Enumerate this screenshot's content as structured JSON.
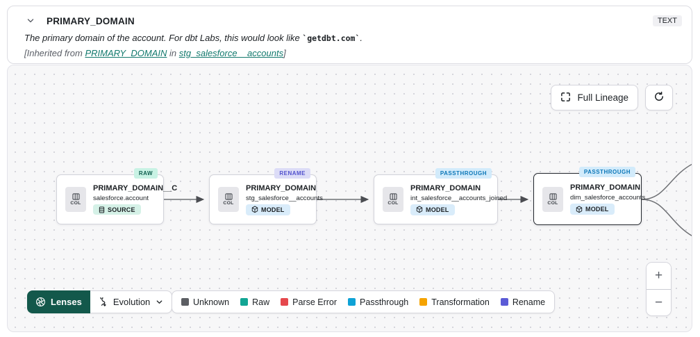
{
  "header": {
    "title": "PRIMARY_DOMAIN",
    "type_badge": "TEXT",
    "description_prefix": "The primary domain of the account. For dbt Labs, this would look like ",
    "description_code": "`getdbt.com`",
    "description_suffix": ".",
    "inherited_prefix": "[Inherited from ",
    "inherited_link_column": "PRIMARY_DOMAIN",
    "inherited_middle": " in ",
    "inherited_link_model": "stg_salesforce__accounts",
    "inherited_suffix": "]"
  },
  "canvas": {
    "full_lineage_label": "Full Lineage",
    "zoom_in_label": "+",
    "zoom_out_label": "−",
    "nodes": [
      {
        "status": "RAW",
        "status_type": "raw",
        "col_label": "COL",
        "title": "PRIMARY_DOMAIN__C",
        "subtitle": "salesforce.account",
        "kind": "SOURCE",
        "selected": false
      },
      {
        "status": "RENAME",
        "status_type": "rename",
        "col_label": "COL",
        "title": "PRIMARY_DOMAIN",
        "subtitle": "stg_salesforce__accounts",
        "kind": "MODEL",
        "selected": false
      },
      {
        "status": "PASSTHROUGH",
        "status_type": "passthrough",
        "col_label": "COL",
        "title": "PRIMARY_DOMAIN",
        "subtitle": "int_salesforce__accounts_joined",
        "kind": "MODEL",
        "selected": false
      },
      {
        "status": "PASSTHROUGH",
        "status_type": "passthrough",
        "col_label": "COL",
        "title": "PRIMARY_DOMAIN",
        "subtitle": "dim_salesforce_accounts",
        "kind": "MODEL",
        "selected": true
      }
    ]
  },
  "toolbar": {
    "lenses_label": "Lenses",
    "lens_selected": "Evolution"
  },
  "legend": {
    "items": [
      {
        "label": "Unknown",
        "color": "#5c5e63"
      },
      {
        "label": "Raw",
        "color": "#12a594"
      },
      {
        "label": "Parse Error",
        "color": "#e5484d"
      },
      {
        "label": "Passthrough",
        "color": "#0ea2d6"
      },
      {
        "label": "Transformation",
        "color": "#f5a300"
      },
      {
        "label": "Rename",
        "color": "#5b5bd6"
      }
    ]
  },
  "colors": {
    "accent_green": "#13584b",
    "link_teal": "#12796d"
  }
}
